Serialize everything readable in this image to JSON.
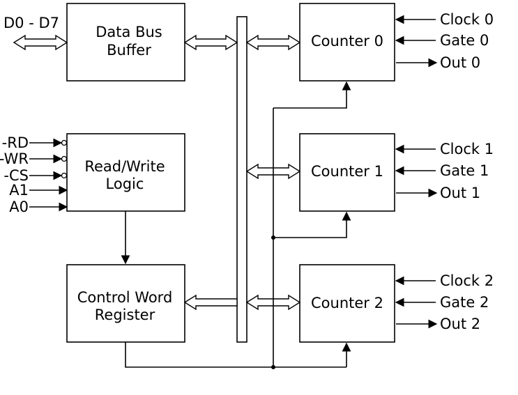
{
  "diagram": {
    "data_bus_label": "D0 - D7",
    "blocks": {
      "data_bus_buffer": [
        "Data Bus",
        "Buffer"
      ],
      "read_write_logic": [
        "Read/Write",
        "Logic"
      ],
      "control_word_register": [
        "Control Word",
        "Register"
      ],
      "counter0": [
        "Counter 0"
      ],
      "counter1": [
        "Counter 1"
      ],
      "counter2": [
        "Counter 2"
      ]
    },
    "rw_inputs": [
      "-RD",
      "-WR",
      "-CS",
      "A1",
      "A0"
    ],
    "counter0_signals": {
      "clock": "Clock 0",
      "gate": "Gate 0",
      "out": "Out 0"
    },
    "counter1_signals": {
      "clock": "Clock 1",
      "gate": "Gate 1",
      "out": "Out 1"
    },
    "counter2_signals": {
      "clock": "Clock 2",
      "gate": "Gate 2",
      "out": "Out 2"
    }
  }
}
